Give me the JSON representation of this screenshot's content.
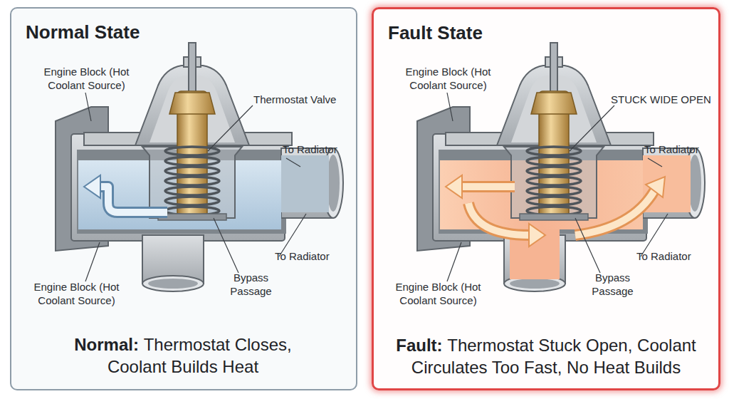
{
  "diagram": {
    "nodes": [
      {
        "text": [
          "Normal State",
          "Normal:",
          "Thermostat Closes, Coolant Builds Heat"
        ]
      },
      {
        "text": [
          "Fault State",
          "Fault:",
          "Thermostat Stuck Open, Coolant Circulates Too Fast, No Heat Builds"
        ]
      }
    ],
    "labels": [
      "Engine Block (Hot Coolant Source)",
      "Thermostat Valve",
      "To Radiator",
      "To Radiator",
      "Bypass Passage",
      "Engine Block (Hot Coolant Source)",
      "Engine Block (Hot Coolant Source)",
      "STUCK WIDE OPEN",
      "To Radiator",
      "To Radiator",
      "Bypass Passage",
      "Engine Block (Hot Coolant Source)"
    ]
  }
}
